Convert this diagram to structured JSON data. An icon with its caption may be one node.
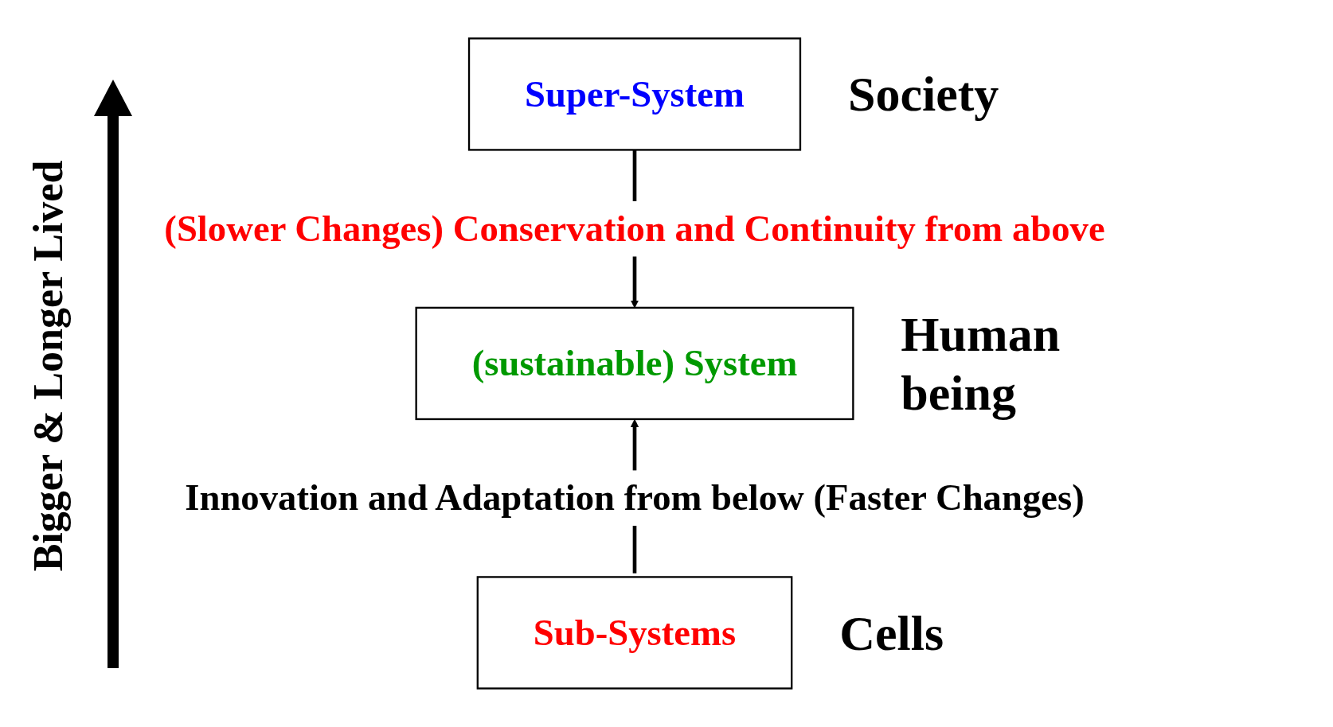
{
  "diagram": {
    "nodes": [
      {
        "text": [
          "Super-System"
        ],
        "beside": [
          "Society"
        ]
      },
      {
        "text": [
          "(sustainable) System"
        ],
        "beside": [
          "Human being"
        ]
      },
      {
        "text": [
          "Sub-Systems"
        ],
        "beside": [
          "Cells"
        ]
      }
    ],
    "edges": [
      {
        "from": 0,
        "to": 1,
        "arrow": "to",
        "label": "(Slower Changes) Conservation and Continuity from above"
      },
      {
        "from": 2,
        "to": 1,
        "arrow": "to",
        "label": "Innovation and Adaptation from below (Faster Changes)"
      }
    ],
    "labels": [
      "Bigger & Longer Lived"
    ]
  }
}
